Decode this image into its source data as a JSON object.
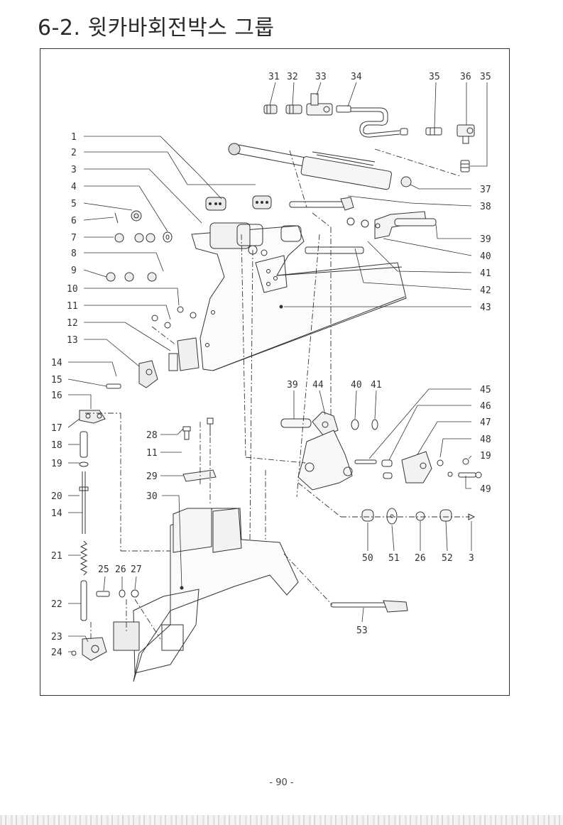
{
  "page": {
    "title": "6-2. 윗카바회전박스 그룹",
    "page_number": "- 90 -"
  },
  "callouts": {
    "left": [
      "1",
      "2",
      "3",
      "4",
      "5",
      "6",
      "7",
      "8",
      "9",
      "10",
      "11",
      "12",
      "13",
      "14",
      "15",
      "16",
      "17",
      "18",
      "19",
      "20",
      "14",
      "21",
      "22",
      "23",
      "24"
    ],
    "right": [
      "37",
      "38",
      "39",
      "40",
      "41",
      "42",
      "43",
      "45",
      "46",
      "47",
      "48",
      "19",
      "49"
    ],
    "top": [
      "31",
      "32",
      "33",
      "34",
      "35",
      "36",
      "35"
    ],
    "mid_upper": [
      "39",
      "44",
      "40",
      "41"
    ],
    "mid_lower": [
      "28",
      "11",
      "29",
      "30"
    ],
    "bottom_small": [
      "25",
      "26",
      "27"
    ],
    "bottom_right": [
      "50",
      "51",
      "26",
      "52",
      "3"
    ],
    "bottom_center": [
      "53"
    ]
  }
}
